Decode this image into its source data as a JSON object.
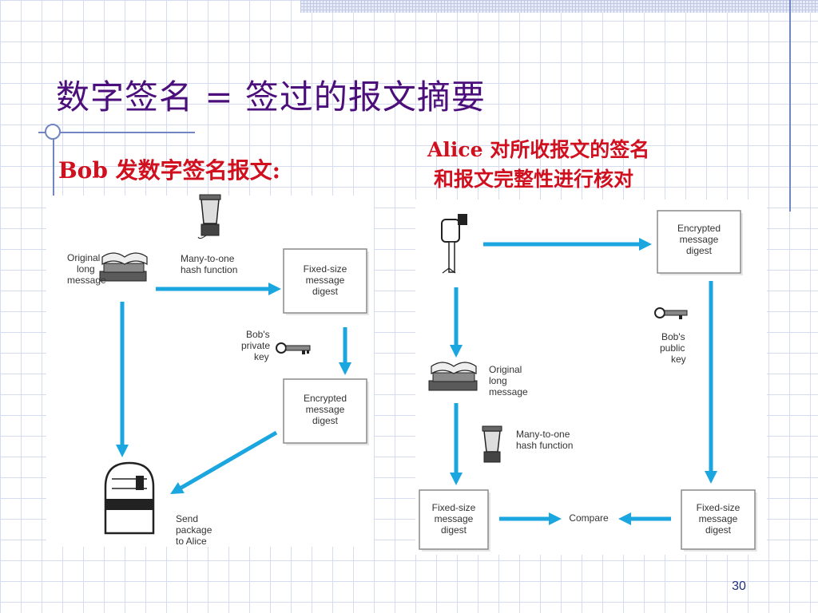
{
  "slide": {
    "title": "数字签名 = 签过的报文摘要",
    "page_number": "30"
  },
  "left": {
    "heading": "Bob 发数字签名报文:",
    "labels": {
      "original_message": [
        "Original",
        "long",
        "message"
      ],
      "hash_function": [
        "Many-to-one",
        "hash function"
      ],
      "fixed_digest": [
        "Fixed-size",
        "message",
        "digest"
      ],
      "private_key": [
        "Bob's",
        "private",
        "key"
      ],
      "encrypted_digest": [
        "Encrypted",
        "message",
        "digest"
      ],
      "send_package": [
        "Send",
        "package",
        "to Alice"
      ]
    }
  },
  "right": {
    "heading_line1": "Alice 对所收报文的签名",
    "heading_line2": "和报文完整性进行核对",
    "labels": {
      "encrypted_digest": [
        "Encrypted",
        "message",
        "digest"
      ],
      "public_key": [
        "Bob's",
        "public",
        "key"
      ],
      "original_message": [
        "Original",
        "long",
        "message"
      ],
      "hash_function": [
        "Many-to-one",
        "hash function"
      ],
      "fixed_digest_left": [
        "Fixed-size",
        "message",
        "digest"
      ],
      "compare": "Compare",
      "fixed_digest_right": [
        "Fixed-size",
        "message",
        "digest"
      ]
    }
  },
  "colors": {
    "title": "#4b0e7a",
    "heading": "#d0101e",
    "arrow": "#1ba6e0",
    "box_border": "#8a8a8a"
  }
}
